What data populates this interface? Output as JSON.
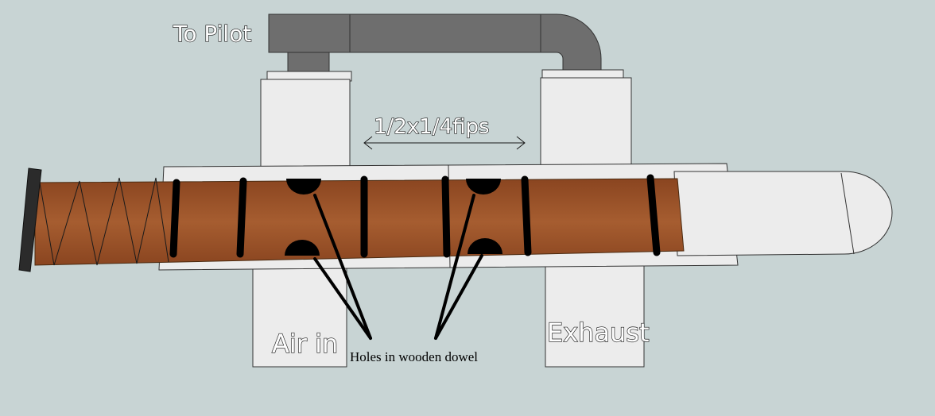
{
  "labels": {
    "to_pilot": "To Pilot",
    "fitting": "1/2x1/4fips",
    "air_in": "Air in",
    "exhaust": "Exhaust",
    "holes": "Holes in wooden dowel"
  },
  "colors": {
    "background": "#c8d4d4",
    "body": "#ececec",
    "pipe": "#6e6e6e",
    "dowel": "#a0562a",
    "oring": "#000000",
    "endcap": "#2b2b2b"
  }
}
